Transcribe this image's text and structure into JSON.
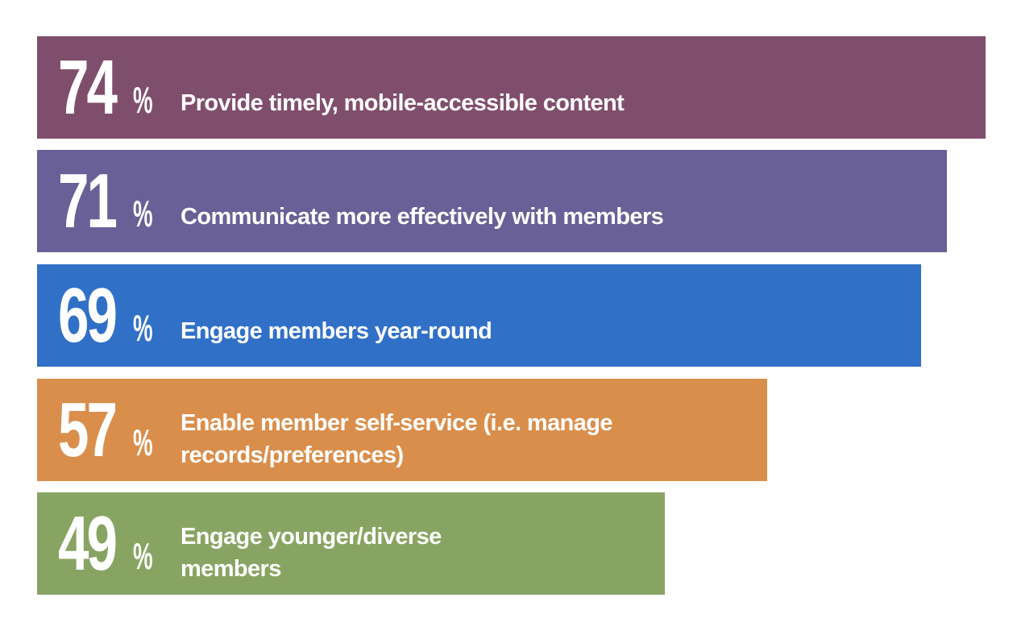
{
  "chart_data": {
    "type": "bar",
    "orientation": "horizontal",
    "title": "",
    "xlabel": "",
    "ylabel": "",
    "categories": [
      "Provide timely, mobile-accessible content",
      "Communicate more effectively with members",
      "Engage members year-round",
      "Enable member self-service (i.e. manage records/preferences)",
      "Engage younger/diverse members"
    ],
    "values": [
      74,
      71,
      69,
      57,
      49
    ],
    "unit": "%",
    "colors": [
      "#804e6d",
      "#686096",
      "#3170c7",
      "#da8e4b",
      "#88a462"
    ],
    "grid": false,
    "legend": "none"
  },
  "bars": [
    {
      "value": "74",
      "pct": "%",
      "line1": "Provide timely, mobile-accessible content",
      "line2": ""
    },
    {
      "value": "71",
      "pct": "%",
      "line1": "Communicate more effectively with members",
      "line2": ""
    },
    {
      "value": "69",
      "pct": "%",
      "line1": "Engage members year-round",
      "line2": ""
    },
    {
      "value": "57",
      "pct": "%",
      "line1": "Enable member self-service (i.e. manage",
      "line2": "records/preferences)"
    },
    {
      "value": "49",
      "pct": "%",
      "line1": "Engage younger/diverse",
      "line2": "members"
    }
  ]
}
